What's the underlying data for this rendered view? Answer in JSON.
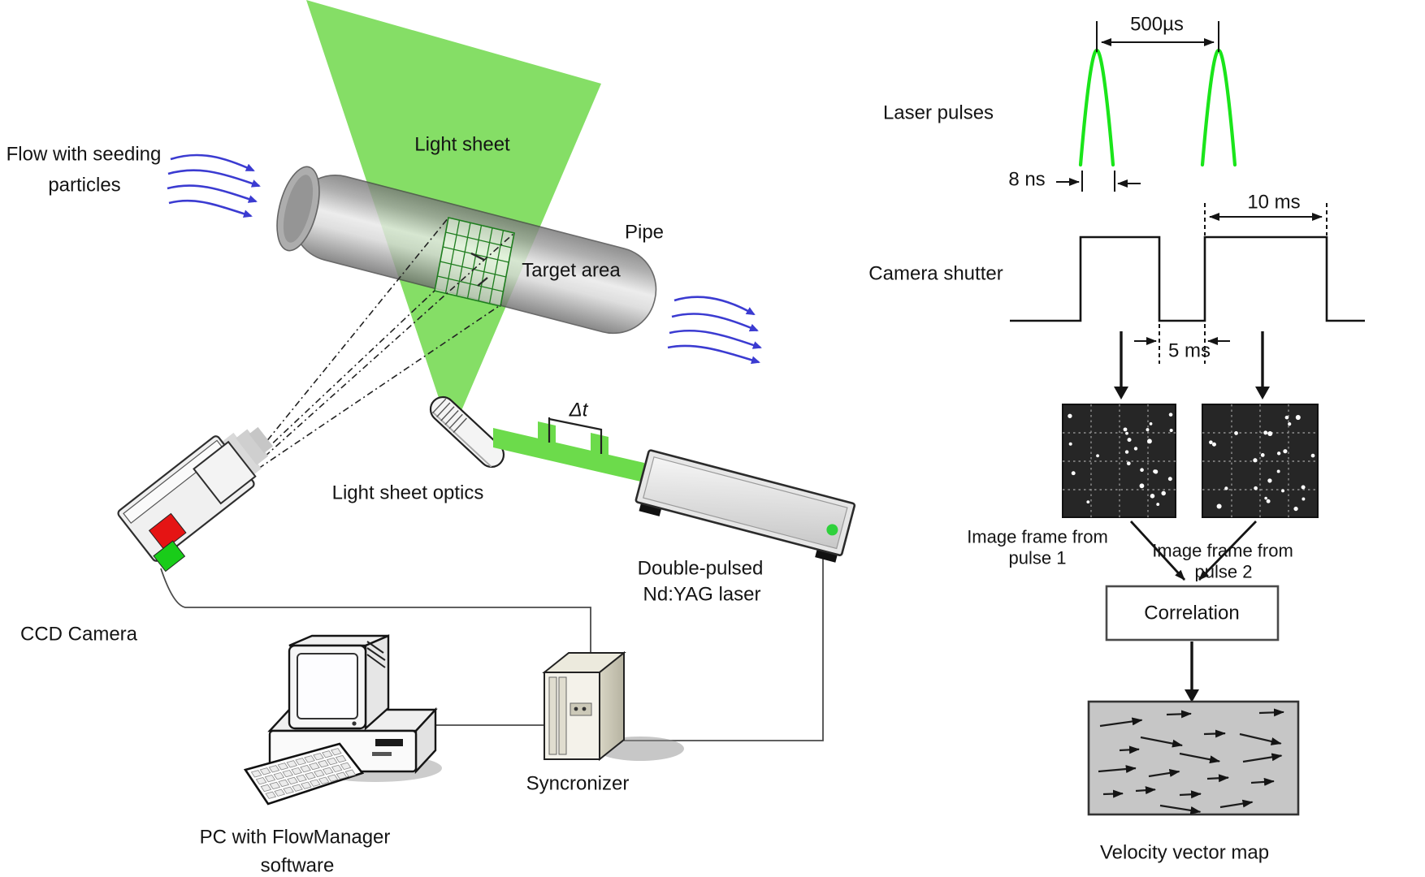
{
  "colors": {
    "light_sheet": "#85de66",
    "laser_beam": "#6cdb4b",
    "laser_pulse_green": "#1ae51a",
    "flow_arrow_blue": "#3b3bd1",
    "grid_green": "#1e7d1e",
    "led_green": "#2fd13c",
    "camera_red": "#e51414",
    "camera_green": "#19cc19",
    "frame_background": "#262626",
    "velocity_map_background": "#c6c6c6",
    "ink": "#141414"
  },
  "setup": {
    "labels": {
      "flow1": "Flow with seeding",
      "flow2": "particles",
      "light_sheet": "Light sheet",
      "pipe": "Pipe",
      "target_area": "Target area",
      "light_sheet_optics": "Light sheet optics",
      "delta_t": "Δt",
      "laser1": "Double-pulsed",
      "laser2": "Nd:YAG laser",
      "ccd_camera": "CCD Camera",
      "pc1": "PC with FlowManager",
      "pc2": "software",
      "synchronizer": "Syncronizer"
    }
  },
  "timing": {
    "labels": {
      "laser_pulses": "Laser pulses",
      "pulse_separation": "500µs",
      "pulse_width": "8 ns",
      "camera_shutter": "Camera shutter",
      "shutter_open": "10 ms",
      "frame_gap": "5 ms"
    }
  },
  "processing": {
    "labels": {
      "frame1_line1": "Image frame from",
      "frame1_line2": "pulse 1",
      "frame2_line1": "Image frame from",
      "frame2_line2": "pulse 2",
      "correlation": "Correlation",
      "velocity_map": "Velocity vector map"
    },
    "frame_dot_count": 24,
    "velocity_arrows": [
      [
        14,
        30,
        52,
        -8
      ],
      [
        96,
        16,
        30,
        -2
      ],
      [
        210,
        14,
        30,
        -2
      ],
      [
        64,
        44,
        52,
        11
      ],
      [
        142,
        40,
        26,
        -2
      ],
      [
        186,
        40,
        52,
        13
      ],
      [
        38,
        60,
        24,
        -3
      ],
      [
        112,
        64,
        50,
        11
      ],
      [
        190,
        74,
        48,
        -9
      ],
      [
        12,
        86,
        46,
        -5
      ],
      [
        74,
        92,
        38,
        -9
      ],
      [
        146,
        95,
        26,
        -3
      ],
      [
        200,
        100,
        28,
        -4
      ],
      [
        18,
        114,
        24,
        -2
      ],
      [
        58,
        110,
        24,
        -4
      ],
      [
        112,
        115,
        26,
        -3
      ],
      [
        88,
        128,
        50,
        9
      ],
      [
        162,
        130,
        40,
        -9
      ]
    ]
  }
}
